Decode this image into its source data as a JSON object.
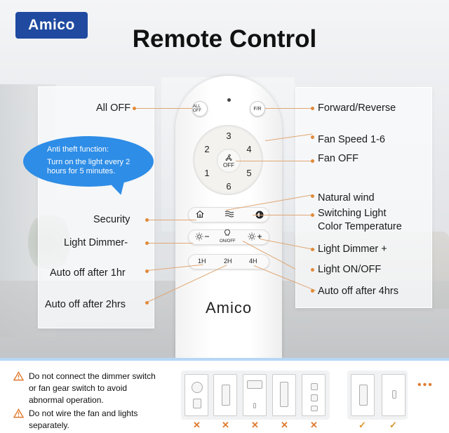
{
  "logo": "Amico",
  "title": "Remote Control",
  "remote": {
    "all_off": "ALL OFF",
    "fr": "F/R",
    "speeds": [
      "3",
      "4",
      "2",
      "5",
      "1",
      "6"
    ],
    "off": "OFF",
    "onoff": "ON/OFF",
    "timers": [
      "1H",
      "2H",
      "4H"
    ],
    "brand": "Amico"
  },
  "labels": {
    "all_off": "All OFF",
    "forward_reverse": "Forward/Reverse",
    "fan_speed": "Fan Speed 1-6",
    "fan_off": "Fan OFF",
    "natural_wind": "Natural wind",
    "switching_light_1": "Switching Light",
    "switching_light_2": "Color Temperature",
    "security": "Security",
    "light_dimmer_minus": "Light Dimmer-",
    "light_dimmer_plus": "Light Dimmer +",
    "light_onoff": "Light ON/OFF",
    "auto_off_1hr": "Auto off after 1hr",
    "auto_off_2hrs": "Auto off after 2hrs",
    "auto_off_4hrs": "Auto off after 4hrs"
  },
  "bubble": {
    "title": "Anti theft function:",
    "body": "Turn on the light every 2 hours for 5 minutes."
  },
  "warnings": {
    "w1_l1": "Do not connect the dimmer switch",
    "w1_l2": "or fan gear switch to avoid",
    "w1_l3": "abnormal operation.",
    "w2_l1": "Do not wire the fan and lights",
    "w2_l2": "separately."
  },
  "marks": {
    "x": "✕",
    "ok": "✓",
    "more": "•••"
  },
  "colors": {
    "accent": "#2e8de6",
    "line": "#e0a774",
    "warn": "#e07a2e"
  }
}
